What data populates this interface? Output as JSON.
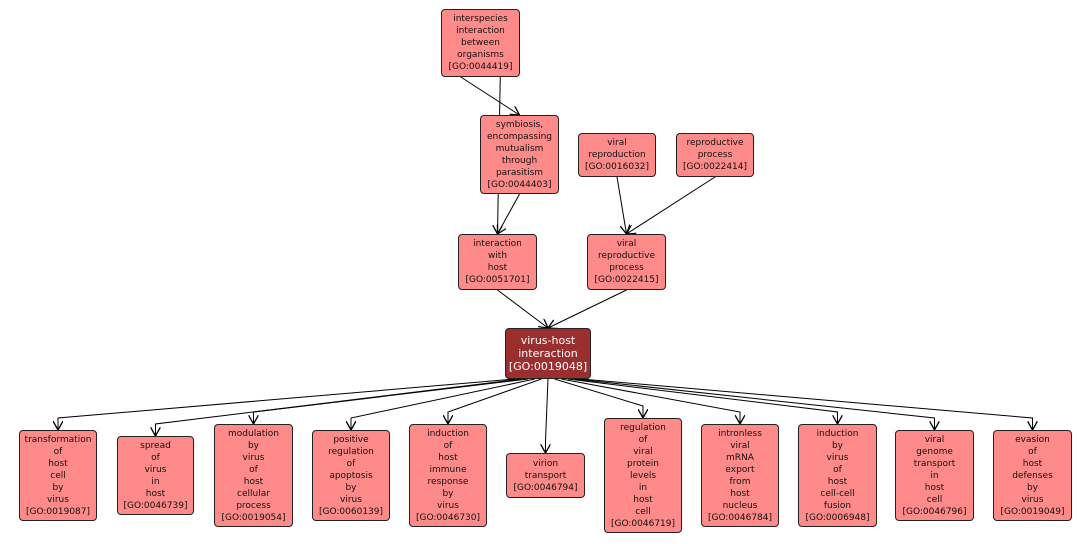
{
  "colors": {
    "node_fill": "#ff8a8a",
    "focus_fill": "#9b2f2f",
    "border": "#222222"
  },
  "nodes": [
    {
      "id": "GO:0044419",
      "lines": [
        "interspecies",
        "interaction",
        "between",
        "organisms",
        "[GO:0044419]"
      ]
    },
    {
      "id": "GO:0044403",
      "lines": [
        "symbiosis,",
        "encompassing",
        "mutualism",
        "through",
        "parasitism",
        "[GO:0044403]"
      ]
    },
    {
      "id": "GO:0016032",
      "lines": [
        "viral",
        "reproduction",
        "[GO:0016032]"
      ]
    },
    {
      "id": "GO:0022414",
      "lines": [
        "reproductive",
        "process",
        "[GO:0022414]"
      ]
    },
    {
      "id": "GO:0051701",
      "lines": [
        "interaction",
        "with",
        "host",
        "[GO:0051701]"
      ]
    },
    {
      "id": "GO:0022415",
      "lines": [
        "viral",
        "reproductive",
        "process",
        "[GO:0022415]"
      ]
    },
    {
      "id": "GO:0019048",
      "lines": [
        "virus-host",
        "interaction",
        "[GO:0019048]"
      ],
      "focus": true
    },
    {
      "id": "GO:0019087",
      "lines": [
        "transformation",
        "of",
        "host",
        "cell",
        "by",
        "virus",
        "[GO:0019087]"
      ]
    },
    {
      "id": "GO:0046739",
      "lines": [
        "spread",
        "of",
        "virus",
        "in",
        "host",
        "[GO:0046739]"
      ]
    },
    {
      "id": "GO:0019054",
      "lines": [
        "modulation",
        "by",
        "virus",
        "of",
        "host",
        "cellular",
        "process",
        "[GO:0019054]"
      ]
    },
    {
      "id": "GO:0060139",
      "lines": [
        "positive",
        "regulation",
        "of",
        "apoptosis",
        "by",
        "virus",
        "[GO:0060139]"
      ]
    },
    {
      "id": "GO:0046730",
      "lines": [
        "induction",
        "of",
        "host",
        "immune",
        "response",
        "by",
        "virus",
        "[GO:0046730]"
      ]
    },
    {
      "id": "GO:0046794",
      "lines": [
        "virion",
        "transport",
        "[GO:0046794]"
      ]
    },
    {
      "id": "GO:0046719",
      "lines": [
        "regulation",
        "of",
        "viral",
        "protein",
        "levels",
        "in",
        "host",
        "cell",
        "[GO:0046719]"
      ]
    },
    {
      "id": "GO:0046784",
      "lines": [
        "intronless",
        "viral",
        "mRNA",
        "export",
        "from",
        "host",
        "nucleus",
        "[GO:0046784]"
      ]
    },
    {
      "id": "GO:0006948",
      "lines": [
        "induction",
        "by",
        "virus",
        "of",
        "host",
        "cell-cell",
        "fusion",
        "[GO:0006948]"
      ]
    },
    {
      "id": "GO:0046796",
      "lines": [
        "viral",
        "genome",
        "transport",
        "in",
        "host",
        "cell",
        "[GO:0046796]"
      ]
    },
    {
      "id": "GO:0019049",
      "lines": [
        "evasion",
        "of",
        "host",
        "defenses",
        "by",
        "virus",
        "[GO:0019049]"
      ]
    }
  ],
  "edges": [
    [
      "GO:0044419",
      "GO:0044403"
    ],
    [
      "GO:0044419",
      "GO:0051701"
    ],
    [
      "GO:0044403",
      "GO:0051701"
    ],
    [
      "GO:0016032",
      "GO:0022415"
    ],
    [
      "GO:0022414",
      "GO:0022415"
    ],
    [
      "GO:0051701",
      "GO:0019048"
    ],
    [
      "GO:0022415",
      "GO:0019048"
    ],
    [
      "GO:0019048",
      "GO:0019087"
    ],
    [
      "GO:0019048",
      "GO:0046739"
    ],
    [
      "GO:0019048",
      "GO:0019054"
    ],
    [
      "GO:0019048",
      "GO:0060139"
    ],
    [
      "GO:0019048",
      "GO:0046730"
    ],
    [
      "GO:0019048",
      "GO:0046794"
    ],
    [
      "GO:0019048",
      "GO:0046719"
    ],
    [
      "GO:0019048",
      "GO:0046784"
    ],
    [
      "GO:0019048",
      "GO:0006948"
    ],
    [
      "GO:0019048",
      "GO:0046796"
    ],
    [
      "GO:0019048",
      "GO:0019049"
    ]
  ]
}
